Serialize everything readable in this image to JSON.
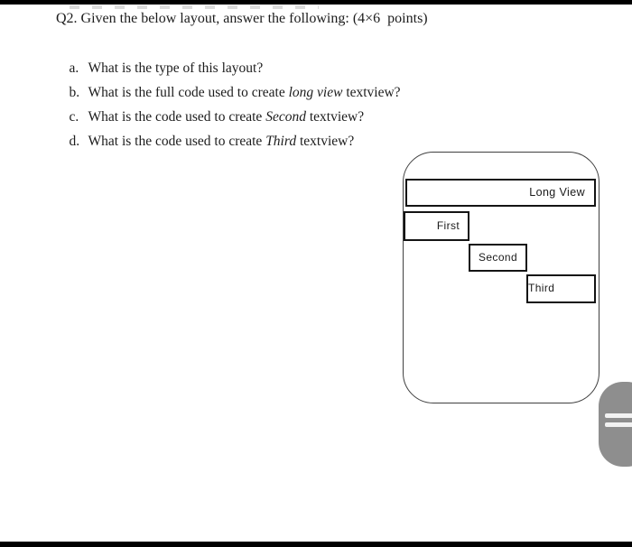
{
  "page": {
    "background": "#ffffff",
    "letterbox_color": "#000000"
  },
  "question": {
    "heading": "Q2. Given the below layout, answer the following: (4×6  points)",
    "items": [
      {
        "marker": "a.",
        "before": "What is the type of this layout?",
        "term": "",
        "after": ""
      },
      {
        "marker": "b.",
        "before": "What is the full code used to create ",
        "term": "long view",
        "after": " textview?"
      },
      {
        "marker": "c.",
        "before": "What is the code used to create ",
        "term": "Second",
        "after": " textview?"
      },
      {
        "marker": "d.",
        "before": "What is the code used to create ",
        "term": "Third",
        "after": " textview?"
      }
    ]
  },
  "diagram": {
    "frame_border_color": "#404040",
    "box_border_color": "#141414",
    "views": {
      "long_view": "Long View",
      "first": "First",
      "second": "Second",
      "third": "Third"
    }
  },
  "scroll_handle": {
    "color": "#8e8e8e",
    "grip_color": "#f2f2f2"
  }
}
